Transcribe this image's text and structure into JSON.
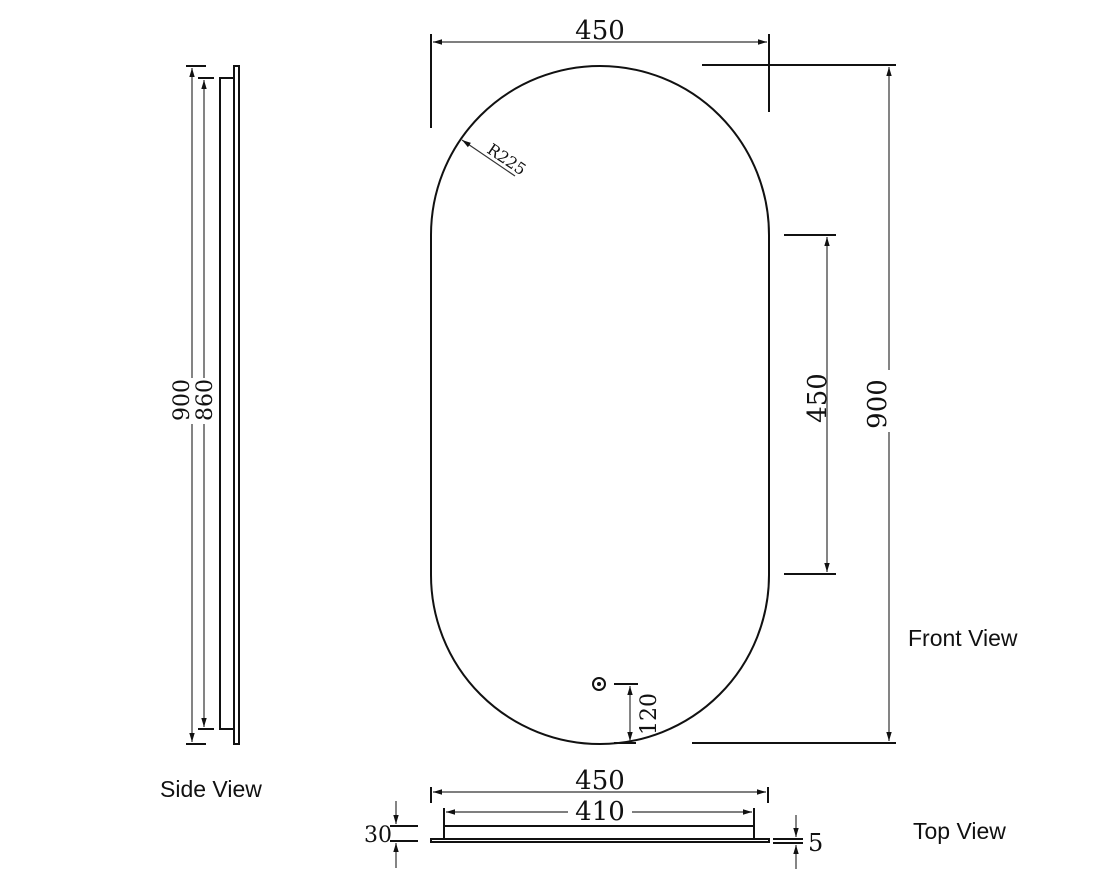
{
  "views": {
    "side": {
      "label": "Side View",
      "dim_total": "900",
      "dim_inner": "860"
    },
    "front": {
      "label": "Front View",
      "width": "450",
      "radius": "R225",
      "straight": "450",
      "height": "900",
      "button_offset": "120"
    },
    "top": {
      "label": "Top View",
      "width_outer": "450",
      "width_inner": "410",
      "depth": "30",
      "back_thickness": "5"
    }
  },
  "colors": {
    "line": "#111111",
    "background": "#ffffff"
  }
}
